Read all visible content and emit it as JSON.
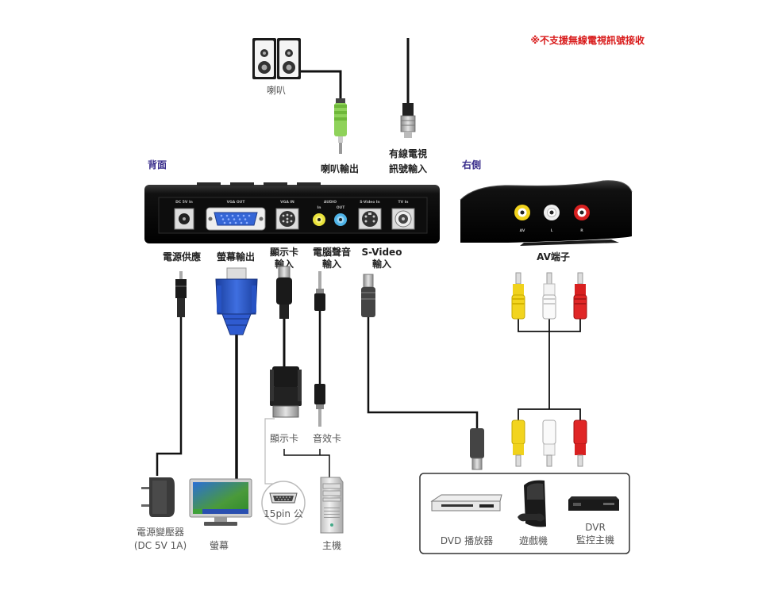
{
  "note": "※不支援無線電視訊號接收",
  "sections": {
    "back": "背面",
    "right": "右側"
  },
  "top": {
    "speakers": "喇叭",
    "speaker_out": "喇叭輸出",
    "cable_tv_line1": "有線電視",
    "cable_tv_line2": "訊號輸入"
  },
  "back_panel": {
    "ports": [
      "DC 5V In",
      "VGA OUT",
      "VGA IN",
      "AUDIO",
      "In",
      "OUT",
      "S-Video In",
      "TV In"
    ]
  },
  "right_panel": {
    "jack_marks": [
      "AV",
      "L",
      "R"
    ]
  },
  "port_labels": {
    "power": "電源供應",
    "monitor_out": "螢幕輸出",
    "vga_in_line1": "顯示卡",
    "vga_in_line2": "輸入",
    "pc_audio_line1": "電腦聲音",
    "pc_audio_line2": "輸入",
    "svideo_line1": "S-Video",
    "svideo_line2": "輸入",
    "av": "AV端子"
  },
  "devices": {
    "adapter_line1": "電源變壓器",
    "adapter_line2": "(DC 5V 1A)",
    "monitor": "螢幕",
    "graphics_card": "顯示卡",
    "sound_card": "音效卡",
    "vga_15pin": "15pin 公",
    "pc": "主機",
    "dvd": "DVD 播放器",
    "console": "遊戲機",
    "dvr_line1": "DVR",
    "dvr_line2": "監控主機"
  }
}
